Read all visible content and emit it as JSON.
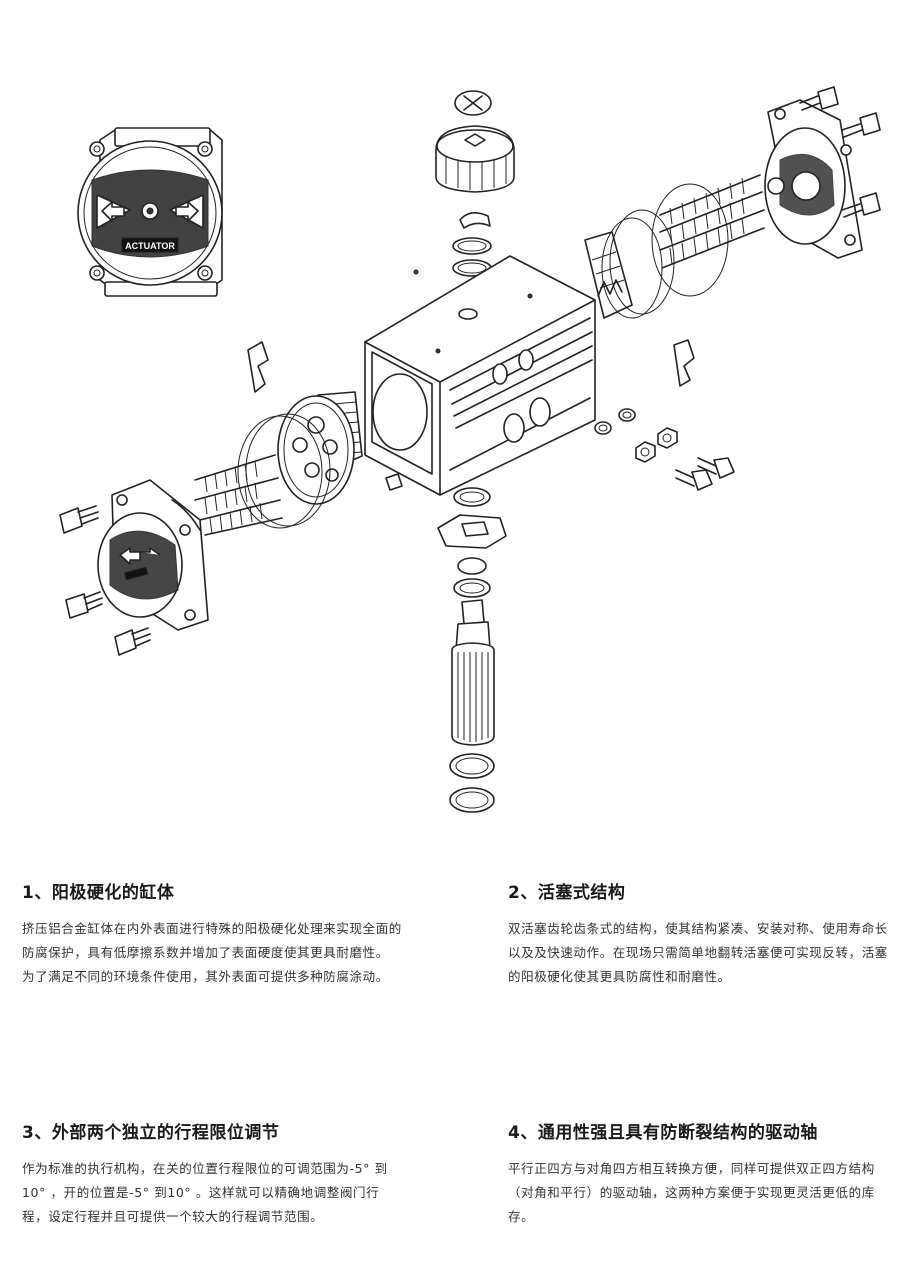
{
  "diagram": {
    "badge_text": "ACTUATOR"
  },
  "features": [
    {
      "title": "1、阳极硬化的缸体",
      "paragraphs": [
        "挤压铝合金缸体在内外表面进行特殊的阳极硬化处理来实现全面的防腐保护，具有低摩擦系数并增加了表面硬度使其更具耐磨性。",
        "为了满足不同的环境条件使用，其外表面可提供多种防腐涂动。"
      ]
    },
    {
      "title": "2、活塞式结构",
      "paragraphs": [
        "双活塞齿轮齿条式的结构，使其结构紧凑、安装对称、使用寿命长以及及快速动作。在现场只需简单地翻转活塞便可实现反转，活塞的阳极硬化使其更具防腐性和耐磨性。"
      ]
    },
    {
      "title": "3、外部两个独立的行程限位调节",
      "paragraphs": [
        "作为标准的执行机构，在关的位置行程限位的可调范围为-5° 到10° ，开的位置是-5° 到10° 。这样就可以精确地调整阀门行程，设定行程并且可提供一个较大的行程调节范围。"
      ]
    },
    {
      "title": "4、通用性强且具有防断裂结构的驱动轴",
      "paragraphs": [
        "平行正四方与对角四方相互转换方便，同样可提供双正四方结构（对角和平行）的驱动轴，这两种方案便于实现更灵活更低的库存。"
      ]
    }
  ]
}
